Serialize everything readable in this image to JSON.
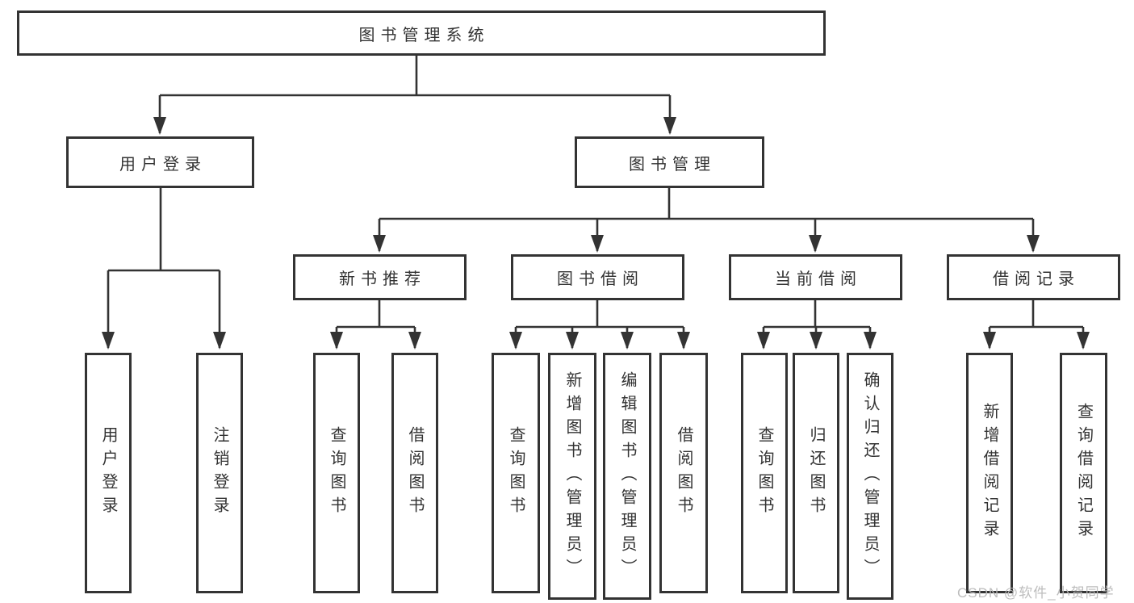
{
  "diagram_title": "图书管理系统",
  "colors": {
    "line": "#333333",
    "box_border": "#333333",
    "text": "#333333",
    "background": "#ffffff",
    "watermark": "#b9b9b9"
  },
  "nodes": {
    "root": {
      "label": "图书管理系统"
    },
    "user_login": {
      "label": "用户登录"
    },
    "book_management": {
      "label": "图书管理"
    },
    "new_book_recommend": {
      "label": "新书推荐"
    },
    "book_borrowing": {
      "label": "图书借阅"
    },
    "current_borrowing": {
      "label": "当前借阅"
    },
    "borrowing_records": {
      "label": "借阅记录"
    },
    "ul_login": {
      "label": "用户登录"
    },
    "ul_logout": {
      "label": "注销登录"
    },
    "nb_query": {
      "label": "查询图书"
    },
    "nb_borrow": {
      "label": "借阅图书"
    },
    "bb_query": {
      "label": "查询图书"
    },
    "bb_add": {
      "label": "新增图书（管理员）"
    },
    "bb_edit": {
      "label": "编辑图书（管理员）"
    },
    "bb_borrow": {
      "label": "借阅图书"
    },
    "cb_query": {
      "label": "查询图书"
    },
    "cb_return": {
      "label": "归还图书"
    },
    "cb_confirm": {
      "label": "确认归还（管理员）"
    },
    "br_add": {
      "label": "新增借阅记录"
    },
    "br_query": {
      "label": "查询借阅记录"
    }
  },
  "structure": [
    {
      "parent": "图书管理系统",
      "children": [
        "用户登录",
        "图书管理"
      ]
    },
    {
      "parent": "用户登录",
      "children": [
        "用户登录",
        "注销登录"
      ]
    },
    {
      "parent": "图书管理",
      "children": [
        "新书推荐",
        "图书借阅",
        "当前借阅",
        "借阅记录"
      ]
    },
    {
      "parent": "新书推荐",
      "children": [
        "查询图书",
        "借阅图书"
      ]
    },
    {
      "parent": "图书借阅",
      "children": [
        "查询图书",
        "新增图书（管理员）",
        "编辑图书（管理员）",
        "借阅图书"
      ]
    },
    {
      "parent": "当前借阅",
      "children": [
        "查询图书",
        "归还图书",
        "确认归还（管理员）"
      ]
    },
    {
      "parent": "借阅记录",
      "children": [
        "新增借阅记录",
        "查询借阅记录"
      ]
    }
  ],
  "watermark": {
    "text": "CSDN @软件_小贺同学"
  }
}
